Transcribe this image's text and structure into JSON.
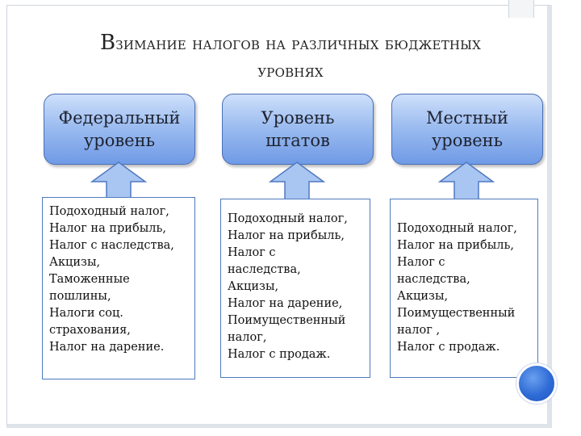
{
  "title": {
    "line1_big": "В",
    "line1_rest": "зимание налогов на различных бюджетных",
    "line2": "уровнях"
  },
  "levels": [
    {
      "label_line1": "Федеральный",
      "label_line2": "уровень",
      "taxes": [
        "Подоходный налог,",
        "Налог на прибыль,",
        "Налог с наследства,",
        "Акцизы,",
        "Таможенные",
        "пошлины,",
        "Налоги соц.",
        "страхования,",
        "Налог на дарение."
      ]
    },
    {
      "label_line1": "Уровень",
      "label_line2": "штатов",
      "taxes": [
        "Подоходный налог,",
        "Налог на прибыль,",
        "Налог с",
        "наследства,",
        "Акцизы,",
        "Налог на дарение,",
        "Поимущественный",
        "налог,",
        "Налог с продаж."
      ]
    },
    {
      "label_line1": "Местный",
      "label_line2": "уровень",
      "taxes": [
        "Подоходный налог,",
        "Налог на прибыль,",
        "Налог с",
        "наследства,",
        "Акцизы,",
        "Поимущественный",
        "налог ,",
        "Налог с продаж."
      ]
    }
  ],
  "colors": {
    "box_gradient_top": "#cfe0fb",
    "box_gradient_bottom": "#6f9ae6",
    "box_border": "#4a6fb5",
    "tax_box_border": "#4f7ac0",
    "arrow_fill": "#a9c5f2",
    "arrow_stroke": "#4f7ac0"
  }
}
